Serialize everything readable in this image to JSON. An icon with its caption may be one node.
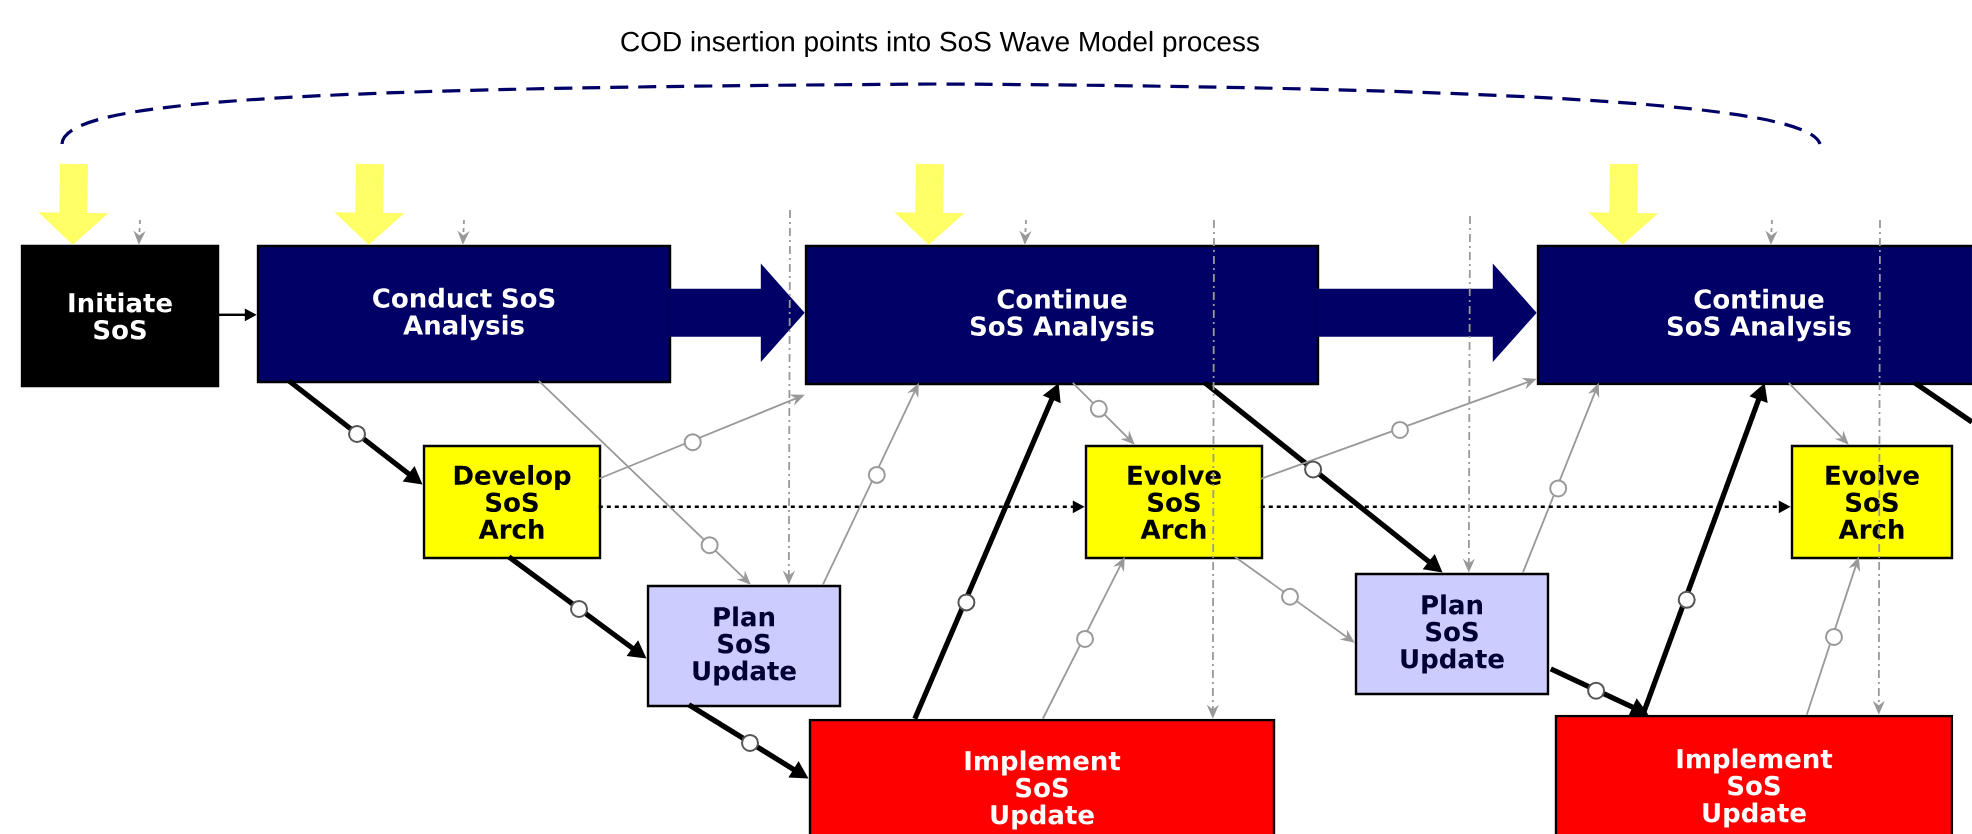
{
  "diagram": {
    "title": "COD insertion points into SoS Wave Model process",
    "nodes": [
      {
        "text": [
          "Initiate SoS"
        ]
      },
      {
        "text": [
          "Conduct SoS Analysis"
        ]
      },
      {
        "text": [
          "Continue SoS Analysis"
        ]
      },
      {
        "text": [
          "Continue SoS Analysis"
        ]
      },
      {
        "text": [
          "Develop SoS Arch"
        ]
      },
      {
        "text": [
          "Evolve SoS Arch"
        ]
      },
      {
        "text": [
          "Evolve SoS Arch"
        ]
      },
      {
        "text": [
          "Plan SoS Update"
        ]
      },
      {
        "text": [
          "Plan SoS Update"
        ]
      },
      {
        "text": [
          "Implement SoS Update"
        ]
      },
      {
        "text": [
          "Implement SoS Update"
        ]
      }
    ],
    "edges": [
      {
        "from": 0,
        "to": 1,
        "arrow": "to",
        "color": "#000000"
      },
      {
        "from": 1,
        "to": 4,
        "arrow": "to",
        "style": "thick",
        "color": "#000000"
      },
      {
        "from": 4,
        "to": 7,
        "arrow": "to",
        "style": "thick",
        "color": "#000000"
      },
      {
        "from": 7,
        "to": 9,
        "arrow": "to",
        "style": "thick",
        "color": "#000000"
      },
      {
        "from": 9,
        "to": 2,
        "arrow": "to",
        "style": "thick",
        "color": "#000000"
      },
      {
        "from": 2,
        "to": 8,
        "arrow": "to",
        "style": "thick",
        "color": "#000000"
      },
      {
        "from": 8,
        "to": 10,
        "arrow": "to",
        "style": "thick",
        "color": "#000000"
      },
      {
        "from": 10,
        "to": 3,
        "arrow": "to",
        "style": "thick",
        "color": "#000000"
      },
      {
        "from": 3,
        "to": null,
        "arrow": "none",
        "style": "thick",
        "color": "#000000"
      },
      {
        "from": 1,
        "to": 2,
        "arrow": "to",
        "style": "thick",
        "color": "#000066"
      },
      {
        "from": 2,
        "to": 3,
        "arrow": "to",
        "style": "thick",
        "color": "#000066"
      },
      {
        "from": 1,
        "to": 7,
        "arrow": "to"
      },
      {
        "from": 4,
        "to": 2,
        "arrow": "to"
      },
      {
        "from": 7,
        "to": 2,
        "arrow": "to"
      },
      {
        "from": 2,
        "to": 5,
        "arrow": "to"
      },
      {
        "from": 9,
        "to": 5,
        "arrow": "to"
      },
      {
        "from": 5,
        "to": 8,
        "arrow": "to"
      },
      {
        "from": 5,
        "to": 3,
        "arrow": "to"
      },
      {
        "from": 8,
        "to": 3,
        "arrow": "to"
      },
      {
        "from": 3,
        "to": 6,
        "arrow": "to"
      },
      {
        "from": 10,
        "to": 6,
        "arrow": "to"
      },
      {
        "from": 4,
        "to": 5,
        "arrow": "to",
        "style": "dashed",
        "color": "#000000"
      },
      {
        "from": 5,
        "to": 6,
        "arrow": "to",
        "style": "dashed",
        "color": "#000000"
      },
      {
        "from": null,
        "to": 7,
        "arrow": "to",
        "style": "dashed"
      },
      {
        "from": null,
        "to": 9,
        "arrow": "to",
        "style": "dashed"
      },
      {
        "from": null,
        "to": 8,
        "arrow": "to",
        "style": "dashed"
      },
      {
        "from": null,
        "to": 10,
        "arrow": "to",
        "style": "dashed"
      },
      {
        "from": null,
        "to": 0,
        "arrow": "to",
        "style": "dashed"
      },
      {
        "from": null,
        "to": 1,
        "arrow": "to",
        "style": "dashed"
      },
      {
        "from": null,
        "to": 2,
        "arrow": "to",
        "style": "dashed"
      },
      {
        "from": null,
        "to": 3,
        "arrow": "to",
        "style": "dashed"
      },
      {
        "from": null,
        "to": 0,
        "arrow": "to",
        "style": "thick",
        "color": "#ffff66"
      },
      {
        "from": null,
        "to": 1,
        "arrow": "to",
        "style": "thick",
        "color": "#ffff66"
      },
      {
        "from": null,
        "to": 2,
        "arrow": "to",
        "style": "thick",
        "color": "#ffff66"
      },
      {
        "from": null,
        "to": 3,
        "arrow": "to",
        "style": "thick",
        "color": "#ffff66"
      }
    ]
  }
}
